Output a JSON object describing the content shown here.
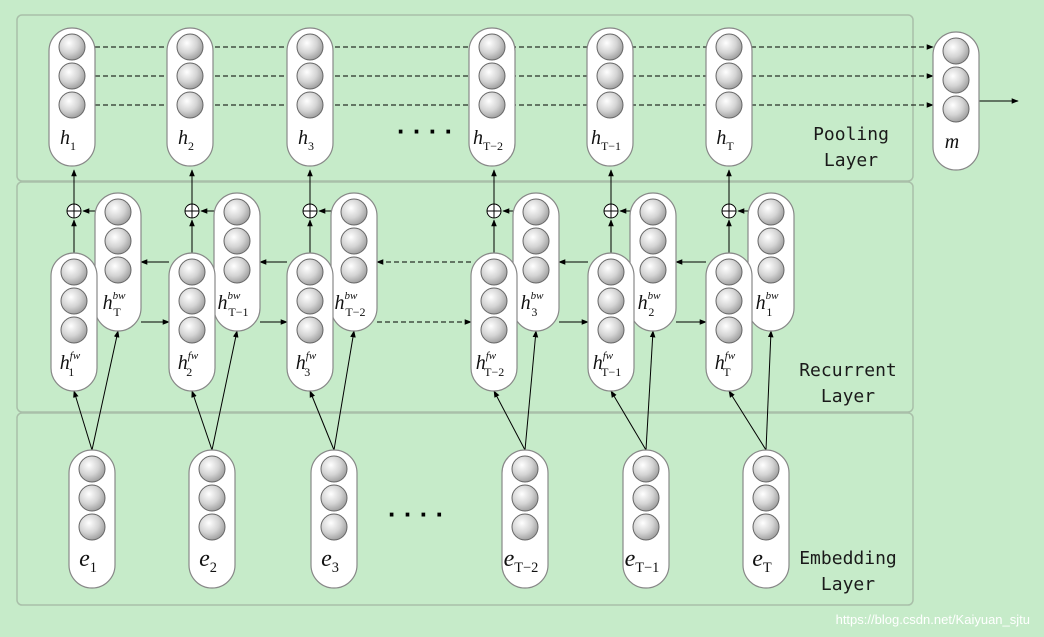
{
  "layers": {
    "pooling": [
      "Pooling",
      "Layer"
    ],
    "recurrent": [
      "Recurrent",
      "Layer"
    ],
    "embedding": [
      "Embedding",
      "Layer"
    ]
  },
  "pooling_nodes": [
    {
      "base": "h",
      "sub": "1"
    },
    {
      "base": "h",
      "sub": "2"
    },
    {
      "base": "h",
      "sub": "3"
    },
    {
      "base": "h",
      "sub": "T−2"
    },
    {
      "base": "h",
      "sub": "T−1"
    },
    {
      "base": "h",
      "sub": "T"
    }
  ],
  "output_node": {
    "base": "m"
  },
  "fw_nodes": [
    {
      "base": "h",
      "sub": "1",
      "sup": "fw"
    },
    {
      "base": "h",
      "sub": "2",
      "sup": "fw"
    },
    {
      "base": "h",
      "sub": "3",
      "sup": "fw"
    },
    {
      "base": "h",
      "sub": "T−2",
      "sup": "fw"
    },
    {
      "base": "h",
      "sub": "T−1",
      "sup": "fw"
    },
    {
      "base": "h",
      "sub": "T",
      "sup": "fw"
    }
  ],
  "bw_nodes": [
    {
      "base": "h",
      "sub": "T",
      "sup": "bw"
    },
    {
      "base": "h",
      "sub": "T−1",
      "sup": "bw"
    },
    {
      "base": "h",
      "sub": "T−2",
      "sup": "bw"
    },
    {
      "base": "h",
      "sub": "3",
      "sup": "bw"
    },
    {
      "base": "h",
      "sub": "2",
      "sup": "bw"
    },
    {
      "base": "h",
      "sub": "1",
      "sup": "bw"
    }
  ],
  "embedding_nodes": [
    {
      "base": "e",
      "sub": "1"
    },
    {
      "base": "e",
      "sub": "2"
    },
    {
      "base": "e",
      "sub": "3"
    },
    {
      "base": "e",
      "sub": "T−2"
    },
    {
      "base": "e",
      "sub": "T−1"
    },
    {
      "base": "e",
      "sub": "T"
    }
  ],
  "ellipsis": "· · · ·",
  "combine_symbol": "⊕",
  "watermark": "https://blog.csdn.net/Kaiyuan_sjtu",
  "colors": {
    "background": "#c6ebc9",
    "panel_border": "#a9bfa9",
    "node_fill": "#ffffff",
    "circle_fill": "#cfcfcf",
    "line": "#000000"
  }
}
